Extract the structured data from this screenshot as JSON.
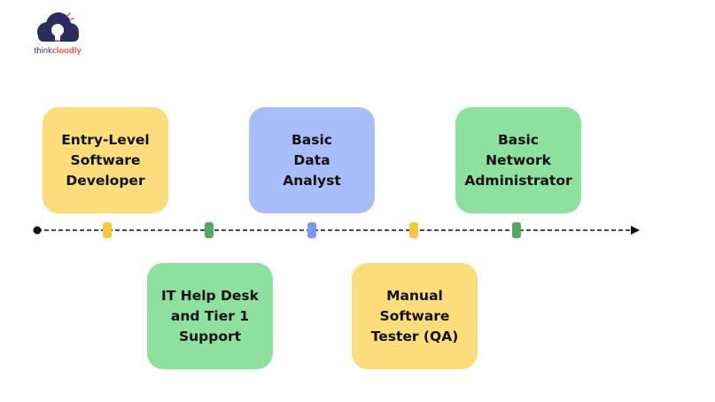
{
  "brand": {
    "name_part1": "think",
    "name_part2": "cloudly"
  },
  "roles": [
    {
      "label": "Entry-Level\nSoftware\nDeveloper"
    },
    {
      "label": "IT Help Desk\nand Tier 1\nSupport"
    },
    {
      "label": "Basic\nData\nAnalyst"
    },
    {
      "label": "Manual\nSoftware\nTester (QA)"
    },
    {
      "label": "Basic\nNetwork\nAdministrator"
    }
  ],
  "colors": {
    "yellow_card": "#fddc7c",
    "green_card": "#8ee09e",
    "blue_card": "#aabdfb",
    "yellow_marker": "#f5c841",
    "green_marker": "#55a863",
    "blue_marker": "#7d98f1",
    "logo_navy": "#2b2d5e",
    "logo_coral": "#e86a5e"
  },
  "icons": [
    "cloud-lightbulb-logo",
    "arrow-right-icon"
  ]
}
